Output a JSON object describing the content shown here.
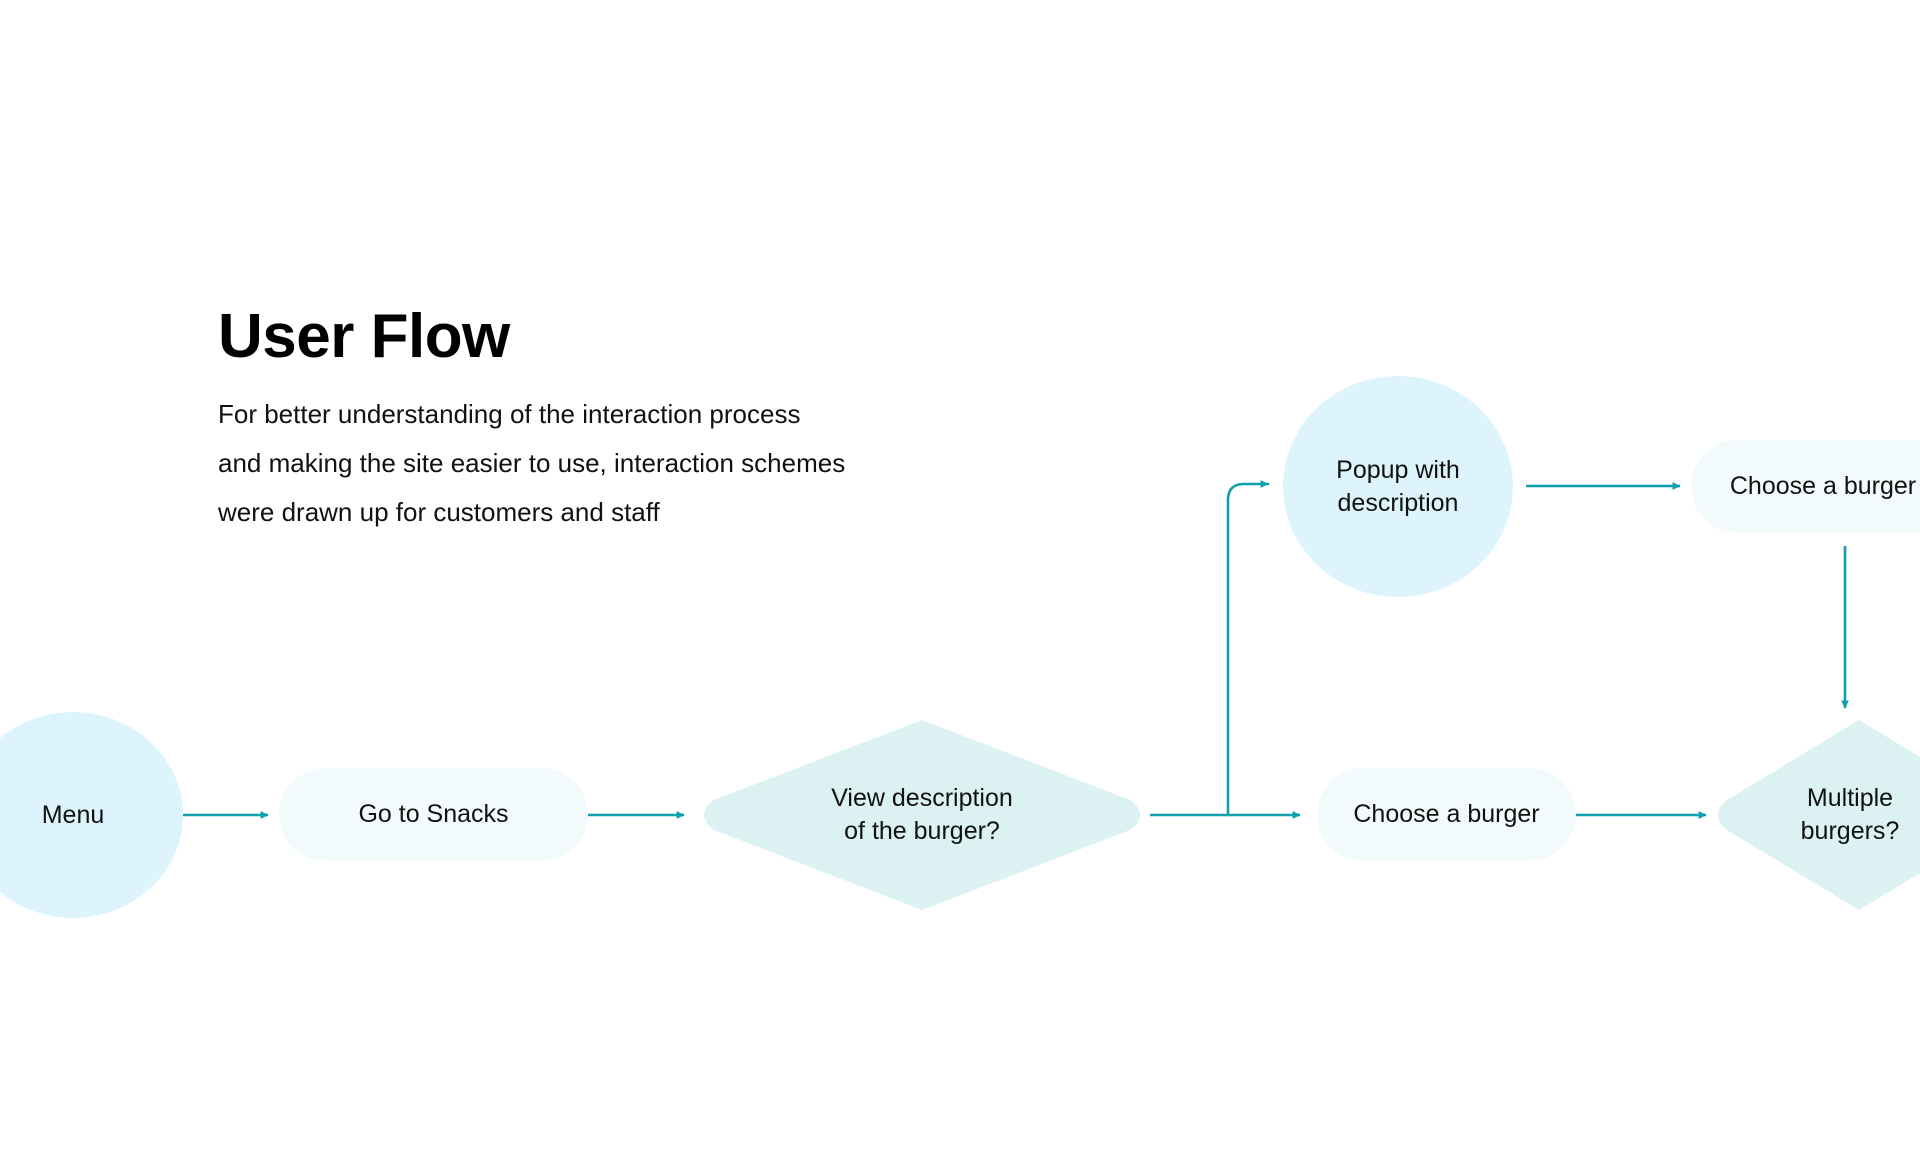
{
  "page": {
    "title": "User Flow",
    "intro_lines": [
      "For better understanding of the interaction process",
      "and making the site easier to use, interaction schemes",
      "were drawn up for customers and staff"
    ]
  },
  "theme": {
    "background": "#ffffff",
    "accent_line": "#0FA0AC",
    "node_fill_strong": "#DEF4FD",
    "node_fill_soft": "#F3FAFC",
    "node_fill_diamond": "#DBF1F2",
    "text": "#111111"
  },
  "chart_data": {
    "type": "diagram",
    "title": "User Flow",
    "nodes": [
      {
        "id": "menu",
        "label": "Menu",
        "shape": "circle",
        "fill": "#DEF4FD"
      },
      {
        "id": "go-to-snacks",
        "label": "Go to Snacks",
        "shape": "pill",
        "fill": "#F3FAFC"
      },
      {
        "id": "view-description",
        "label_line1": "View description",
        "label_line2": "of the burger?",
        "shape": "diamond",
        "fill": "#DBF1F2"
      },
      {
        "id": "popup-with-description",
        "label_line1": "Popup with",
        "label_line2": "description",
        "shape": "circle",
        "fill": "#DEF4FD"
      },
      {
        "id": "choose-a-burger-top",
        "label": "Choose a burger",
        "shape": "pill",
        "fill": "#F3FAFC"
      },
      {
        "id": "choose-a-burger-bottom",
        "label": "Choose a burger",
        "shape": "pill",
        "fill": "#F3FAFC"
      },
      {
        "id": "multiple-burgers",
        "label_line1": "Multiple",
        "label_line2": "burgers?",
        "shape": "diamond",
        "fill": "#DBF1F2"
      }
    ],
    "edges": [
      {
        "from": "menu",
        "to": "go-to-snacks",
        "style": "arrow-right"
      },
      {
        "from": "go-to-snacks",
        "to": "view-description",
        "style": "arrow-right"
      },
      {
        "from": "view-description",
        "to": "popup-with-description",
        "style": "elbow-up-arrow-right"
      },
      {
        "from": "view-description",
        "to": "choose-a-burger-bottom",
        "style": "arrow-right"
      },
      {
        "from": "popup-with-description",
        "to": "choose-a-burger-top",
        "style": "arrow-right"
      },
      {
        "from": "choose-a-burger-top",
        "to": "multiple-burgers",
        "style": "arrow-down"
      },
      {
        "from": "choose-a-burger-bottom",
        "to": "multiple-burgers",
        "style": "arrow-right"
      }
    ]
  }
}
